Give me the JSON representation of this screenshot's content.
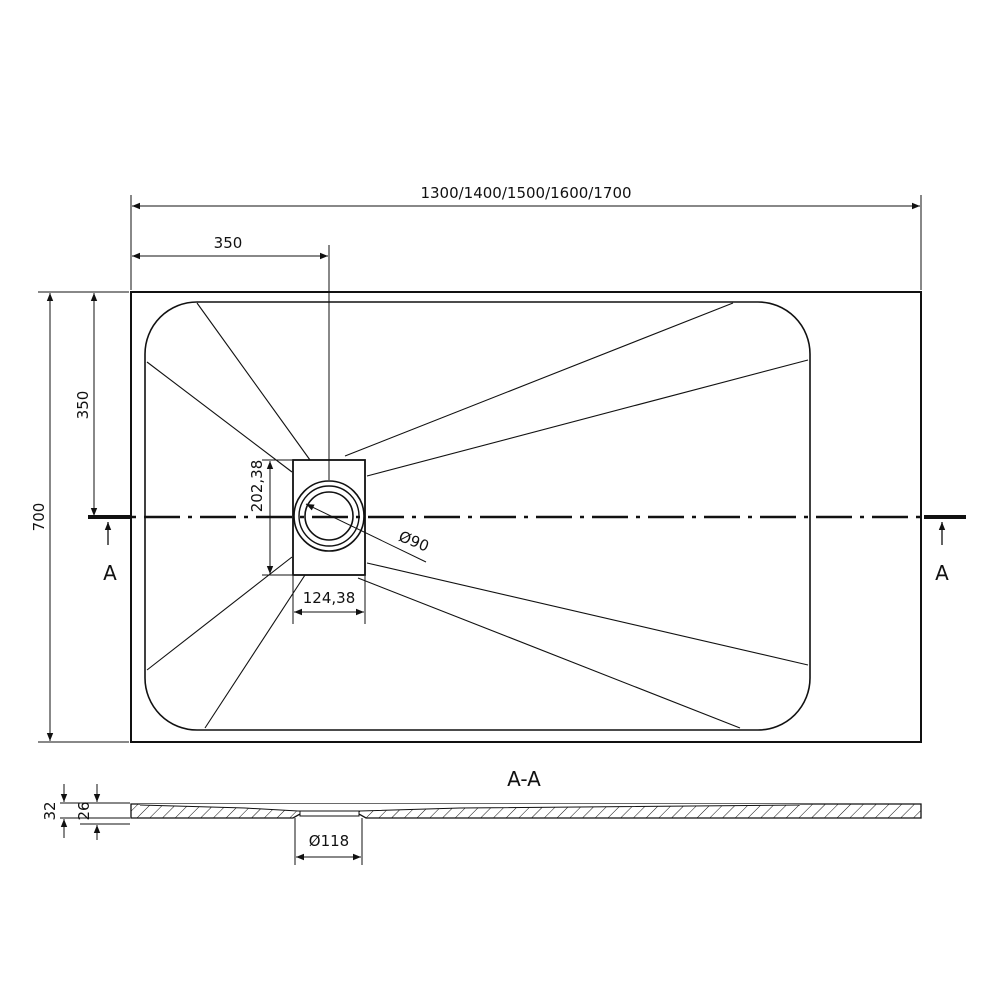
{
  "drawing": {
    "overall_length": "1300/1400/1500/1600/1700",
    "drain_offset_x": "350",
    "drain_offset_y": "350",
    "overall_width": "700",
    "drain_box_height": "202,38",
    "drain_box_width": "124,38",
    "drain_diameter": "Ø90",
    "section_marker_left": "A",
    "section_marker_right": "A",
    "section_title": "A-A",
    "section_total_height": "32",
    "section_top_height": "26",
    "section_drain_diameter": "Ø118"
  },
  "colors": {
    "ink": "#111111",
    "background": "#ffffff"
  }
}
